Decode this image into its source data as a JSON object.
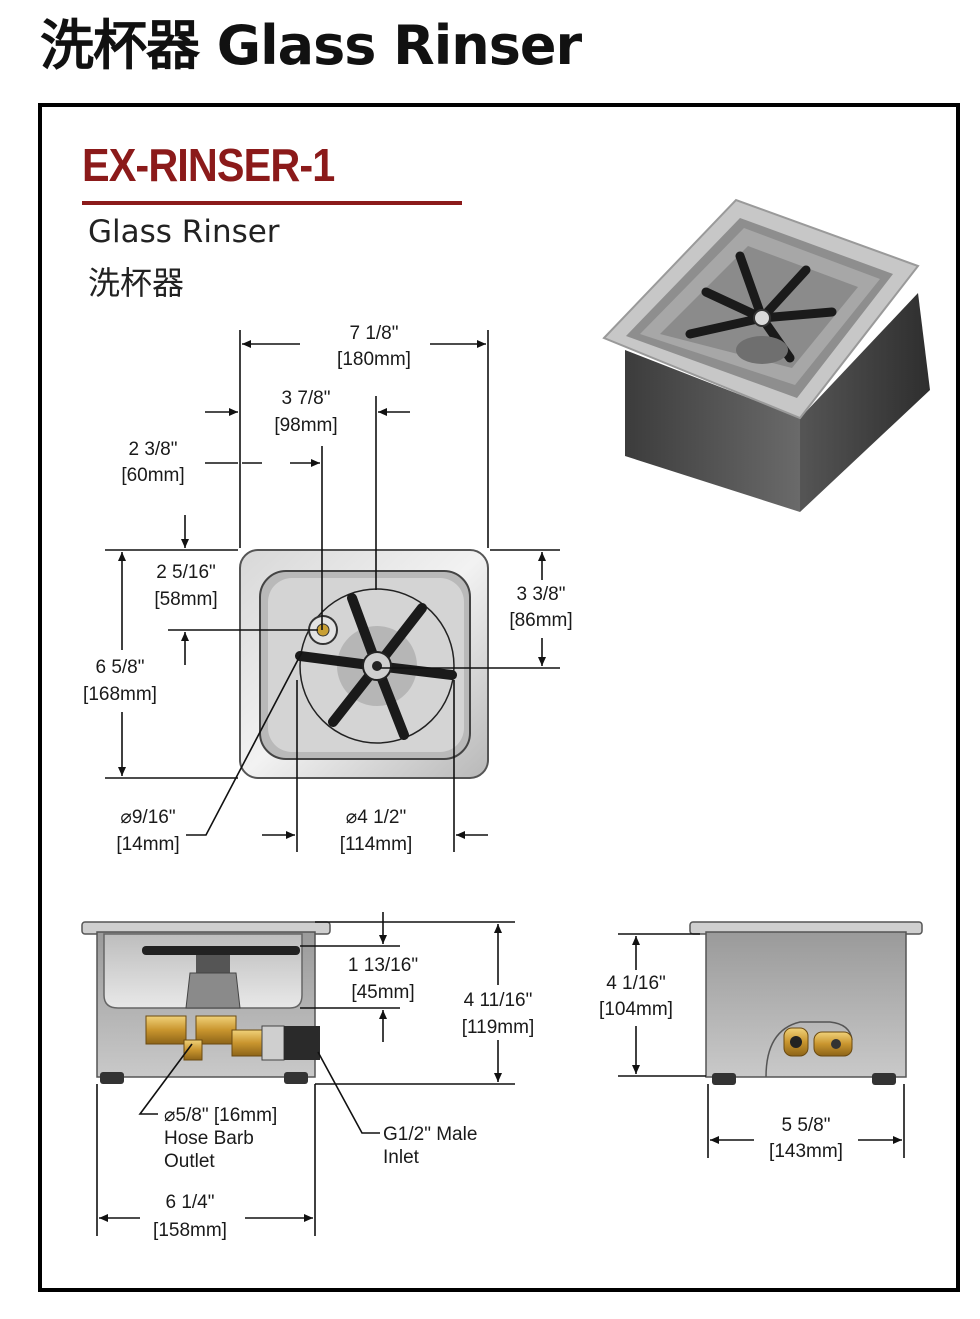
{
  "page_title": "洗杯器 Glass Rinser",
  "model": {
    "code": "EX-RINSER-1",
    "name_en": "Glass Rinser",
    "name_zh": "洗杯器"
  },
  "dimensions": {
    "overall_width": {
      "imperial": "7 1/8\"",
      "metric": "180mm"
    },
    "center_offset": {
      "imperial": "3 7/8\"",
      "metric": "98mm"
    },
    "outlet_offset": {
      "imperial": "2 3/8\"",
      "metric": "60mm"
    },
    "outlet_depth": {
      "imperial": "2 5/16\"",
      "metric": "58mm"
    },
    "center_depth": {
      "imperial": "3 3/8\"",
      "metric": "86mm"
    },
    "overall_depth": {
      "imperial": "6 5/8\"",
      "metric": "168mm"
    },
    "outlet_diameter": {
      "imperial": "9/16\"",
      "metric": "14mm"
    },
    "rinser_diameter": {
      "imperial": "4 1/2\"",
      "metric": "114mm"
    },
    "basin_height": {
      "imperial": "1 13/16\"",
      "metric": "45mm"
    },
    "overall_height": {
      "imperial": "4 11/16\"",
      "metric": "119mm"
    },
    "side_height": {
      "imperial": "4 1/16\"",
      "metric": "104mm"
    },
    "side_width": {
      "imperial": "5 5/8\"",
      "metric": "143mm"
    },
    "front_width": {
      "imperial": "6 1/4\"",
      "metric": "158mm"
    }
  },
  "symbols": {
    "diameter": "⌀"
  },
  "callouts": {
    "outlet_line1": "⌀5/8\" [16mm]",
    "outlet_line2": "Hose Barb",
    "outlet_line3": "Outlet",
    "inlet_line1": "G1/2\" Male",
    "inlet_line2": "Inlet"
  }
}
